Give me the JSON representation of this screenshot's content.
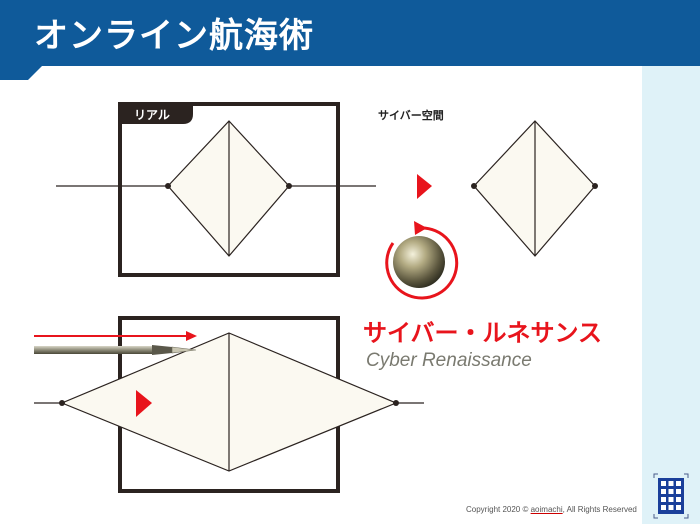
{
  "slide": {
    "title": "オンライン航海術",
    "real_label": "リアル",
    "cyber_space_label": "サイバー空間",
    "headline": "サイバー・ルネサンス",
    "subheadline": "Cyber Renaissance",
    "copyright_prefix": "Copyright 2020 © ",
    "copyright_name": "aoimachi",
    "copyright_suffix": ", All Rights Reserved"
  },
  "colors": {
    "title_bar": "#0f5a9a",
    "side_panel": "#dff2f8",
    "diamond_fill": "#fbf9f1",
    "box_stroke": "#2b2320",
    "accent_red": "#e8141c",
    "subtitle_gray": "#7a7a70",
    "logo_blue": "#1a3f9a"
  },
  "icons": {
    "play_right": "red-triangle-right",
    "rotation": "circular-arrow",
    "sphere": "metal-sphere",
    "arrow": "red-arrow-right",
    "pen": "fountain-pen",
    "logo": "grid-logo"
  }
}
